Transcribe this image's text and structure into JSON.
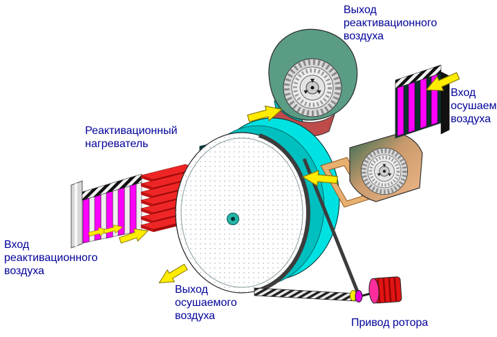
{
  "diagram": {
    "background": "#ffffff",
    "labels": {
      "reactivation_air_outlet": "Выход\nреактивационного\nвоздуха",
      "process_air_inlet": "Вход\nосушаем\nвоздуха",
      "reactivation_heater": "Реактивационный\nнагреватель",
      "reactivation_air_inlet": "Вход\nреактивационного\nвоздуха",
      "dry_air_outlet": "Выход\nосушаемого\nвоздуха",
      "rotor_drive": "Привод ротора"
    },
    "colors": {
      "label_text": "#000099",
      "rotor_rim_cyan": "#00e2e2",
      "rotor_face": "#ffffff",
      "flow_arrow_yellow": "#ffec00",
      "filter_magenta": "#ff00ff",
      "heater_red": "#ef2525",
      "reactivation_fan_green": "#5b9c84",
      "process_fan_orange": "#eaae82",
      "duct_teal": "#00bcbc",
      "motor_red": "#e31414",
      "belt_gray": "#3c3c3c"
    },
    "components": [
      "reactivation-fan",
      "process-fan",
      "desiccant-rotor",
      "reactivation-heater",
      "reactivation-air-filter",
      "process-air-filter",
      "drive-motor",
      "drive-belt"
    ]
  }
}
